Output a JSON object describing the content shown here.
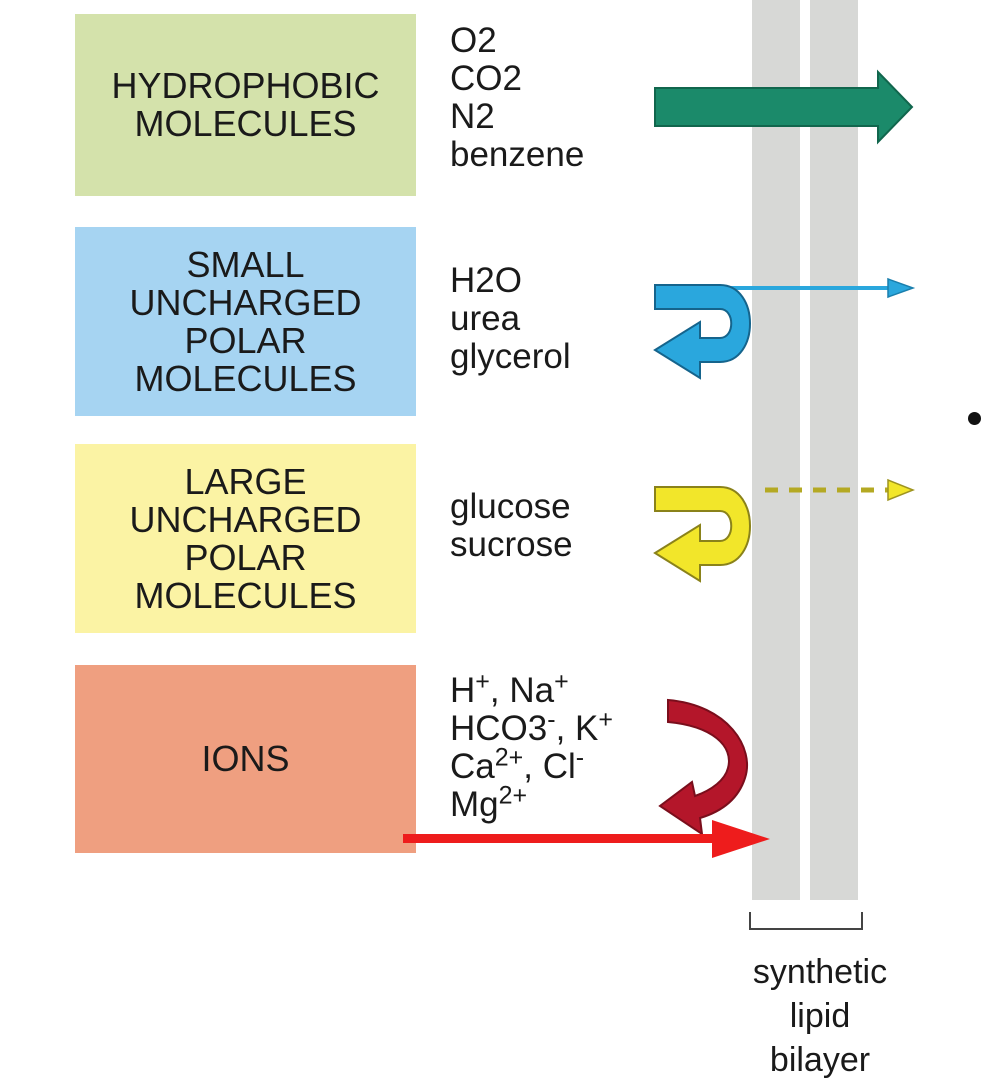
{
  "categories": [
    {
      "label_lines": [
        "HYDROPHOBIC",
        "MOLECULES"
      ],
      "color": "#d4e2ab",
      "molecules": [
        "O2",
        "CO2",
        "N2",
        "benzene"
      ]
    },
    {
      "label_lines": [
        "SMALL",
        "UNCHARGED",
        "POLAR",
        "MOLECULES"
      ],
      "color": "#a6d4f2",
      "molecules": [
        "H2O",
        "urea",
        "glycerol"
      ]
    },
    {
      "label_lines": [
        "LARGE",
        "UNCHARGED",
        "POLAR",
        "MOLECULES"
      ],
      "color": "#fbf3a4",
      "molecules": [
        "glucose",
        "sucrose"
      ]
    },
    {
      "label_lines": [
        "IONS"
      ],
      "color": "#ef9f80",
      "molecules": [
        {
          "base": "H",
          "sup": "+",
          "rest": ", Na",
          "sup2": "+"
        },
        {
          "base": "HCO3",
          "sup": "-",
          "rest": ", K",
          "sup2": "+"
        },
        {
          "base": "Ca",
          "sup": "2+",
          "rest": ", Cl",
          "sup2": "-"
        },
        {
          "base": "Mg",
          "sup": "2+",
          "rest": "",
          "sup2": ""
        }
      ]
    }
  ],
  "bilayer_label": [
    "synthetic",
    "lipid",
    "bilayer"
  ],
  "colors": {
    "hydrophobic_arrow": "#1b8a6a",
    "small_polar_arrow": "#2aa7dd",
    "large_polar_arrow": "#f2e62a",
    "ions_arrow": "#b4162a",
    "annotation_arrow": "#ee1c1c",
    "bilayer": "#d7d8d6"
  }
}
